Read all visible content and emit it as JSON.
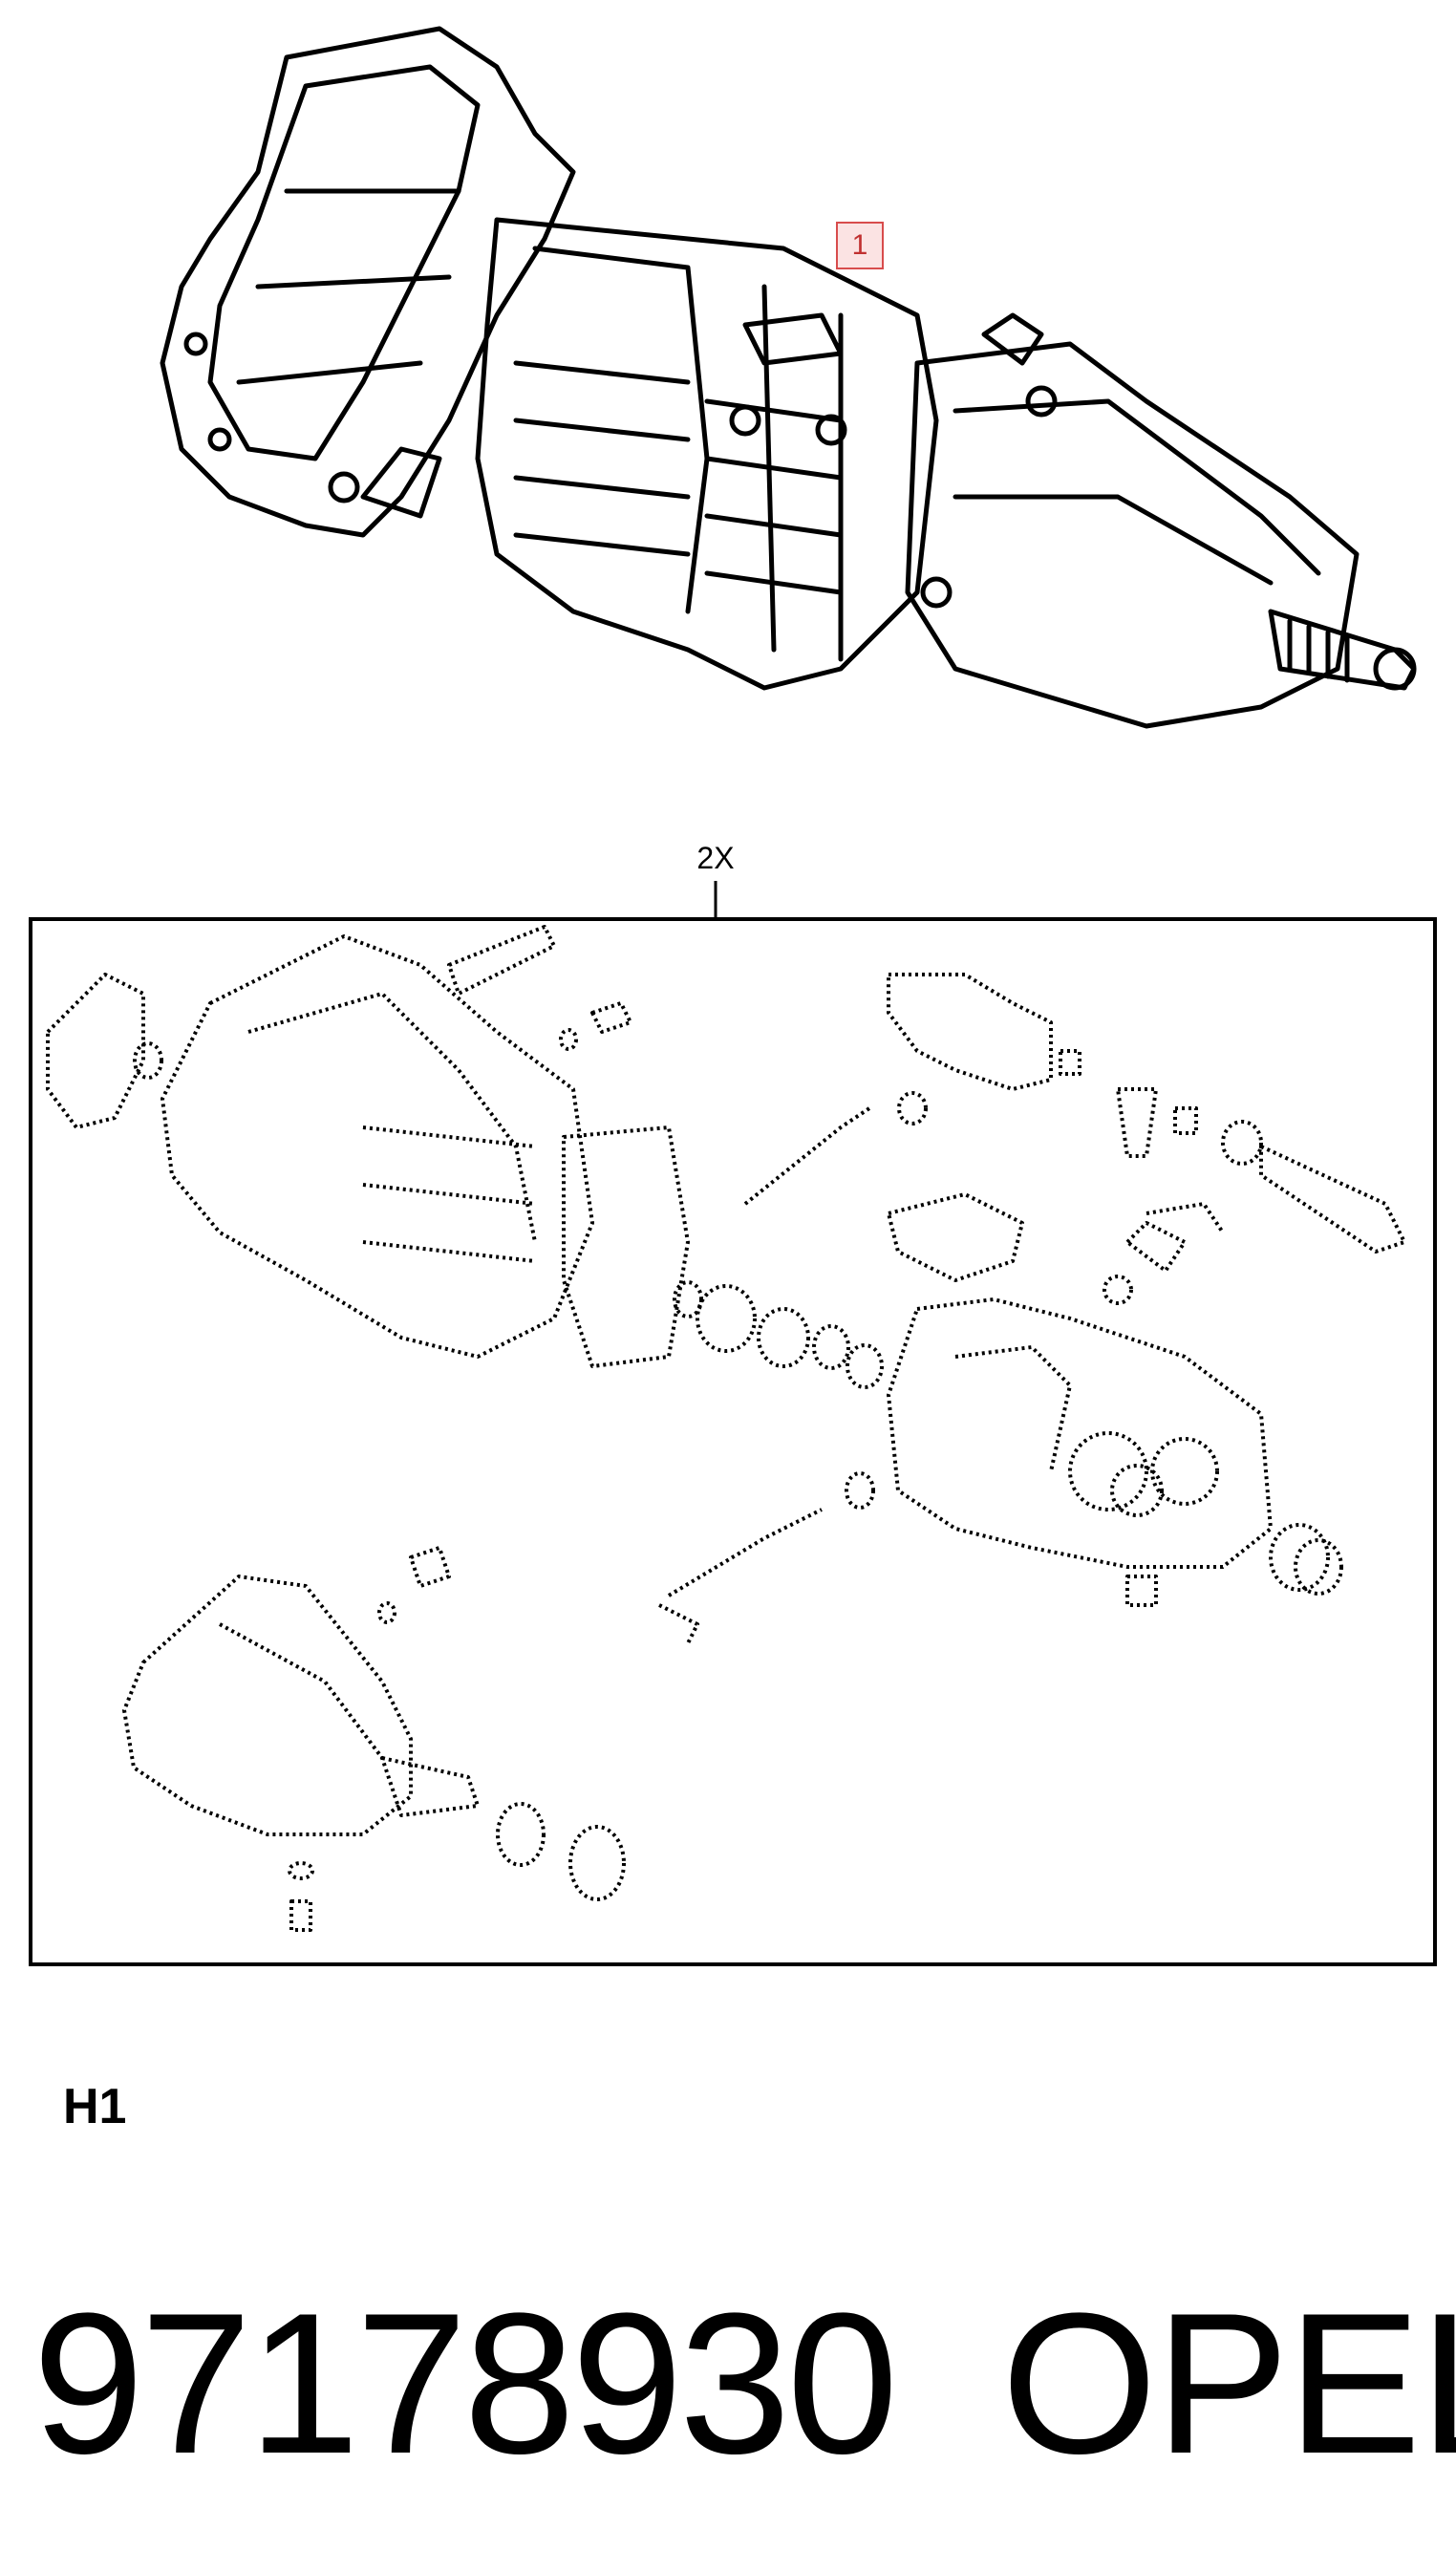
{
  "diagram": {
    "callouts": {
      "assembly": "1",
      "kit_quantity": "2X"
    },
    "section_label": "H1"
  },
  "footer": {
    "part_number": "97178930",
    "brand": "OPEL"
  },
  "colors": {
    "callout_border": "#d84c4c",
    "callout_fill": "#fbe3e3",
    "callout_text": "#c03030",
    "line": "#000000"
  }
}
